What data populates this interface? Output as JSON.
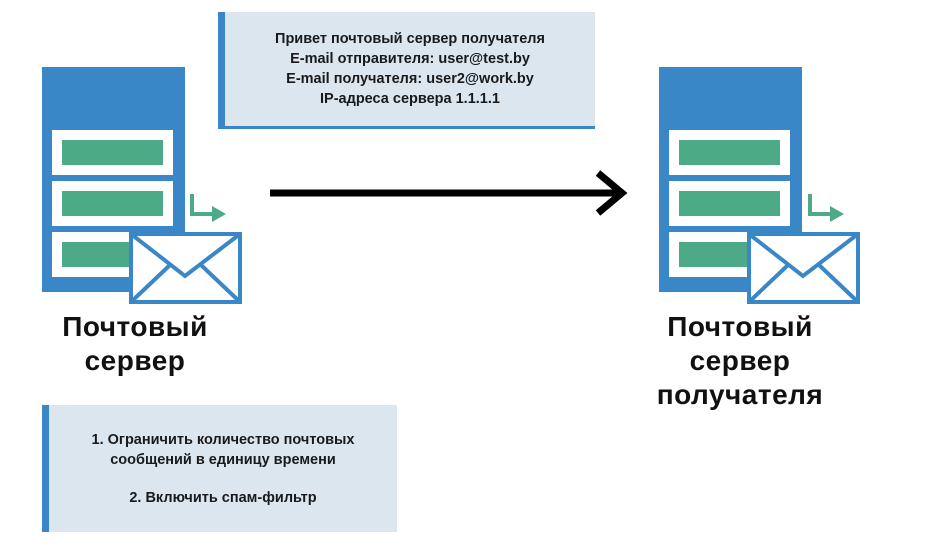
{
  "top_note": {
    "lines": [
      "Привет почтовый сервер получателя",
      "E-mail отправителя: user@test.by",
      "E-mail получателя: user2@work.by",
      "IP-адреса сервера 1.1.1.1"
    ]
  },
  "bottom_note": {
    "line1": "1. Ограничить количество почтовых",
    "line2": "сообщений в единицу времени",
    "line3": "2. Включить спам-фильтр"
  },
  "sender": {
    "label_line1": "Почтовый",
    "label_line2": "сервер"
  },
  "receiver": {
    "label_line1": "Почтовый",
    "label_line2": "сервер",
    "label_line3": "получателя"
  },
  "colors": {
    "server_blue": "#3a87c8",
    "slot_green": "#4daa86",
    "note_bg": "#dce6ef",
    "arrow": "#000000"
  },
  "icons": [
    "server-icon",
    "envelope-icon",
    "forward-arrow-icon",
    "right-arrow-icon"
  ]
}
